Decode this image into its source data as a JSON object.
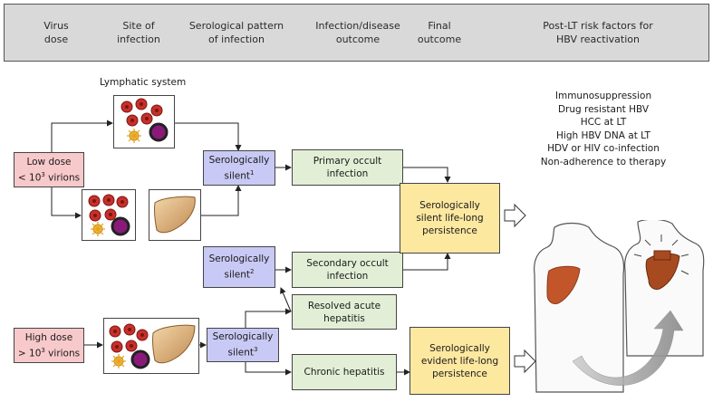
{
  "header": {
    "columns": [
      "Virus\ndose",
      "Site of\ninfection",
      "Serological pattern\nof infection",
      "Infection/disease\noutcome",
      "Final\noutcome",
      "Post-LT risk factors for\nHBV reactivation"
    ]
  },
  "lymphatic_label": "Lymphatic system",
  "low_dose": {
    "line1": "Low dose",
    "line2_prefix": "< 10",
    "line2_sup": "3",
    "line2_suffix": " virions"
  },
  "high_dose": {
    "line1": "High dose",
    "line2_prefix": "> 10",
    "line2_sup": "3",
    "line2_suffix": " virions"
  },
  "silent1": {
    "line1": "Serologically",
    "line2": "silent",
    "sup": "1"
  },
  "silent2": {
    "line1": "Serologically",
    "line2": "silent",
    "sup": "2"
  },
  "silent3": {
    "line1": "Serologically",
    "line2": "silent",
    "sup": "3"
  },
  "outcomes": {
    "primary": "Primary occult\ninfection",
    "secondary": "Secondary occult\ninfection",
    "resolved": "Resolved acute\nhepatitis",
    "chronic": "Chronic hepatitis"
  },
  "final": {
    "silent": "Serologically\nsilent life-long\npersistence",
    "evident": "Serologically\nevident life-long\npersistence"
  },
  "risk_factors": [
    "Immunosuppression",
    "Drug resistant HBV",
    "HCC at LT",
    "High HBV DNA at LT",
    "HDV or HIV co-infection",
    "Non-adherence to therapy"
  ],
  "colors": {
    "dose_box": "#f8c9cb",
    "serology_box": "#c9c9f5",
    "outcome_box": "#e2efd6",
    "final_box": "#fde8a0",
    "header_bg": "#d9d9d9",
    "cell_red": "#c8302a",
    "liver": "#b5461f"
  }
}
